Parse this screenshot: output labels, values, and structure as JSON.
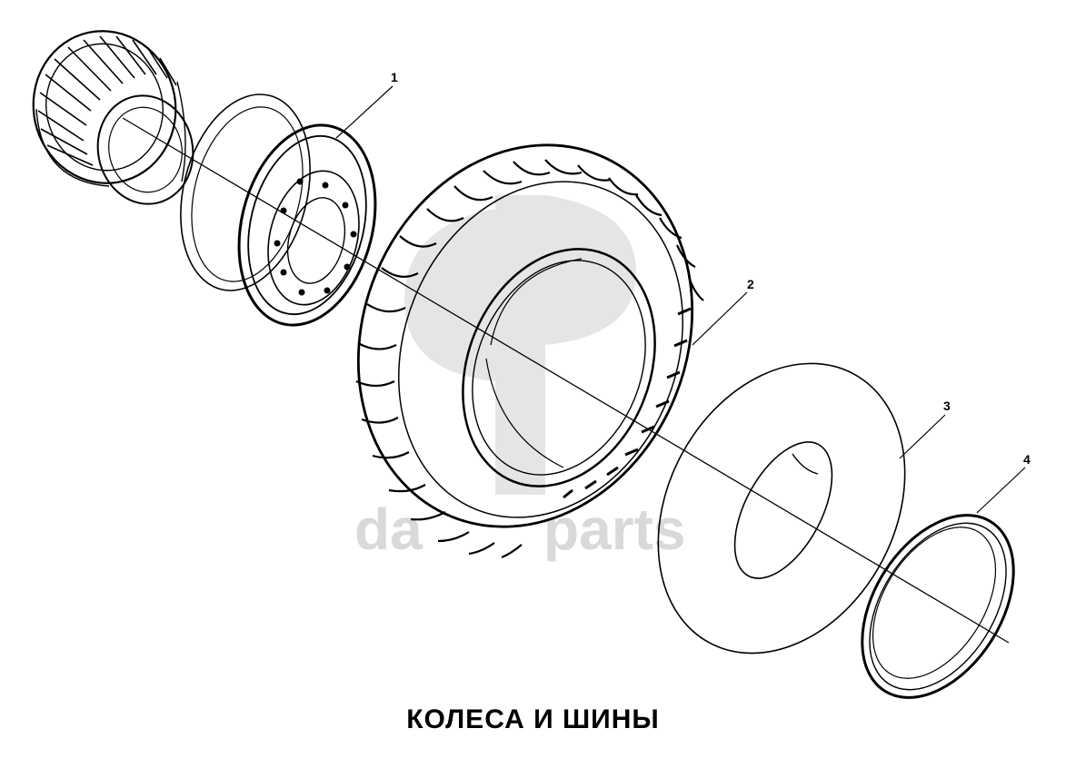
{
  "caption": "КОЛЕСА И ШИНЫ",
  "watermark": {
    "left_text": "da",
    "right_text": "parts"
  },
  "callouts": [
    {
      "label": "1",
      "part": "wheel-rim"
    },
    {
      "label": "2",
      "part": "tire"
    },
    {
      "label": "3",
      "part": "inner-tube-flap"
    },
    {
      "label": "4",
      "part": "lock-ring"
    }
  ],
  "colors": {
    "line": "#000000",
    "watermark": "#d9d9d9",
    "background": "#ffffff"
  }
}
